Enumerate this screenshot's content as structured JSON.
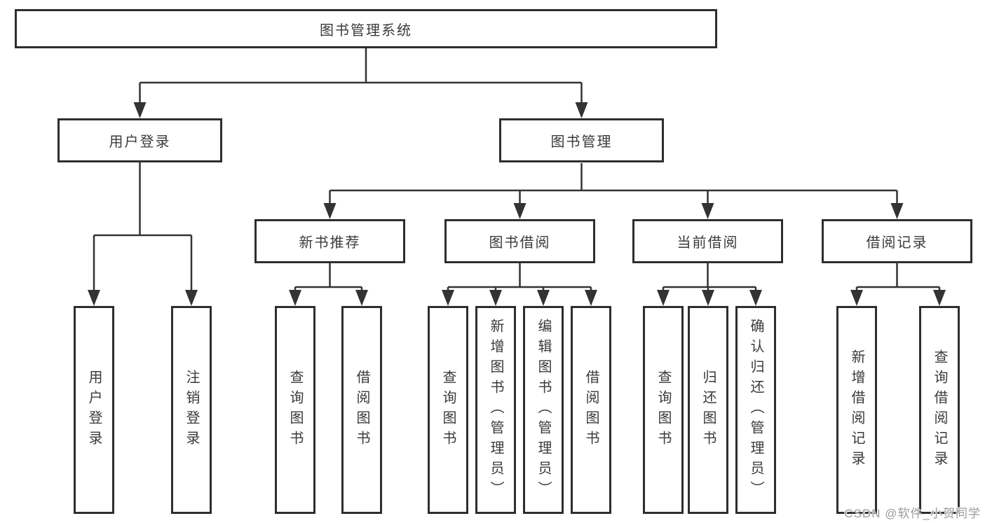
{
  "diagram": {
    "root": {
      "label": "图书管理系统"
    },
    "level2": [
      {
        "label": "用户登录"
      },
      {
        "label": "图书管理"
      }
    ],
    "level3": [
      {
        "label": "新书推荐",
        "parent": "图书管理"
      },
      {
        "label": "图书借阅",
        "parent": "图书管理"
      },
      {
        "label": "当前借阅",
        "parent": "图书管理"
      },
      {
        "label": "借阅记录",
        "parent": "图书管理"
      }
    ],
    "leaves": [
      {
        "label": "用户登录",
        "parent": "用户登录"
      },
      {
        "label": "注销登录",
        "parent": "用户登录"
      },
      {
        "label": "查询图书",
        "parent": "新书推荐"
      },
      {
        "label": "借阅图书",
        "parent": "新书推荐"
      },
      {
        "label": "查询图书",
        "parent": "图书借阅"
      },
      {
        "label": "新增图书（管理员）",
        "parent": "图书借阅"
      },
      {
        "label": "编辑图书（管理员）",
        "parent": "图书借阅"
      },
      {
        "label": "借阅图书",
        "parent": "图书借阅"
      },
      {
        "label": "查询图书",
        "parent": "当前借阅"
      },
      {
        "label": "归还图书",
        "parent": "当前借阅"
      },
      {
        "label": "确认归还（管理员）",
        "parent": "当前借阅"
      },
      {
        "label": "新增借阅记录",
        "parent": "借阅记录"
      },
      {
        "label": "查询借阅记录",
        "parent": "借阅记录"
      }
    ],
    "colors": {
      "border": "#2e2e2e",
      "line": "#333333",
      "text": "#3a3a3a",
      "background": "#ffffff",
      "watermark": "#9a9aa0"
    }
  },
  "watermark": {
    "text": "CSDN @软件_小贺同学"
  }
}
